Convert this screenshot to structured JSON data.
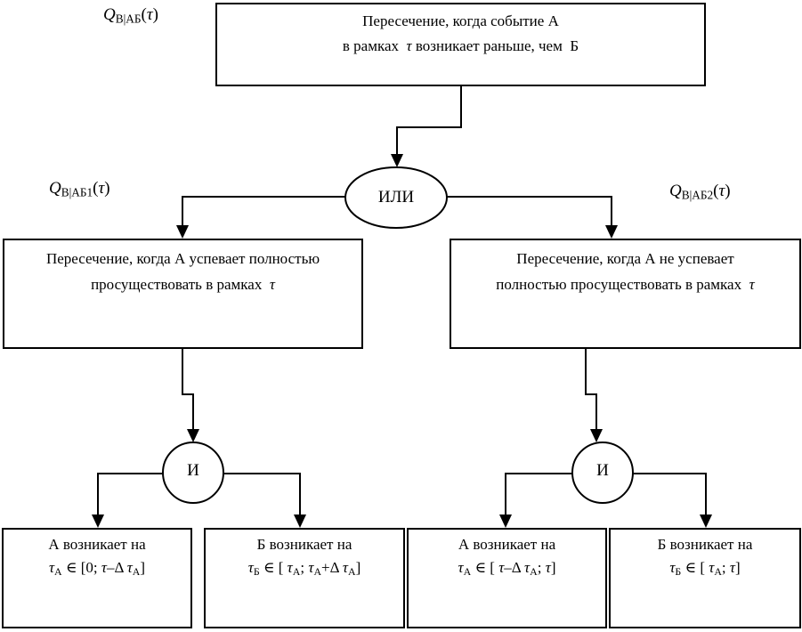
{
  "diagram": {
    "colors": {
      "line": "#000000",
      "background": "#ffffff",
      "text": "#000000"
    },
    "q_labels": {
      "root": [
        {
          "t": "Q",
          "s": "it"
        },
        {
          "t": "В|АБ",
          "s": "sub"
        },
        {
          "t": "(",
          "s": "n"
        },
        {
          "t": "τ",
          "s": "it"
        },
        {
          "t": ")",
          "s": "n"
        }
      ],
      "left": [
        {
          "t": "Q",
          "s": "it"
        },
        {
          "t": "В|АБ1",
          "s": "sub"
        },
        {
          "t": "(",
          "s": "n"
        },
        {
          "t": "τ",
          "s": "it"
        },
        {
          "t": ")",
          "s": "n"
        }
      ],
      "right": [
        {
          "t": "Q",
          "s": "it"
        },
        {
          "t": "В|АБ2",
          "s": "sub"
        },
        {
          "t": "(",
          "s": "n"
        },
        {
          "t": "τ",
          "s": "it"
        },
        {
          "t": ")",
          "s": "n"
        }
      ]
    },
    "root_box": {
      "lines": [
        [
          {
            "t": "Пересечение, когда событие А",
            "s": "n"
          }
        ],
        [
          {
            "t": "в рамках  ",
            "s": "n"
          },
          {
            "t": "τ",
            "s": "it"
          },
          {
            "t": " возникает раньше, чем  Б",
            "s": "n"
          }
        ]
      ]
    },
    "or_node": {
      "label": "ИЛИ"
    },
    "left_box": {
      "lines": [
        [
          {
            "t": "Пересечение, когда А успевает полностью",
            "s": "n"
          }
        ],
        [
          {
            "t": "просуществовать в рамках  ",
            "s": "n"
          },
          {
            "t": "τ",
            "s": "it"
          }
        ]
      ]
    },
    "right_box": {
      "lines": [
        [
          {
            "t": "Пересечение, когда А не успевает",
            "s": "n"
          }
        ],
        [
          {
            "t": "полностью просуществовать в рамках  ",
            "s": "n"
          },
          {
            "t": "τ",
            "s": "it"
          }
        ]
      ]
    },
    "and_left": {
      "label": "И"
    },
    "and_right": {
      "label": "И"
    },
    "leaves": [
      {
        "lines": [
          [
            {
              "t": "А возникает на",
              "s": "n"
            }
          ],
          [
            {
              "t": "τ",
              "s": "it"
            },
            {
              "t": "А",
              "s": "sub"
            },
            {
              "t": " ∈ [0; ",
              "s": "n"
            },
            {
              "t": "τ",
              "s": "it"
            },
            {
              "t": "–Δ ",
              "s": "n"
            },
            {
              "t": "τ",
              "s": "it"
            },
            {
              "t": "А",
              "s": "sub"
            },
            {
              "t": "]",
              "s": "n"
            }
          ]
        ]
      },
      {
        "lines": [
          [
            {
              "t": "Б возникает на",
              "s": "n"
            }
          ],
          [
            {
              "t": "τ",
              "s": "it"
            },
            {
              "t": "Б",
              "s": "sub"
            },
            {
              "t": " ∈ [ ",
              "s": "n"
            },
            {
              "t": "τ",
              "s": "it"
            },
            {
              "t": "А",
              "s": "sub"
            },
            {
              "t": "; ",
              "s": "n"
            },
            {
              "t": "τ",
              "s": "it"
            },
            {
              "t": "А",
              "s": "sub"
            },
            {
              "t": "+Δ ",
              "s": "n"
            },
            {
              "t": "τ",
              "s": "it"
            },
            {
              "t": "А",
              "s": "sub"
            },
            {
              "t": "]",
              "s": "n"
            }
          ]
        ]
      },
      {
        "lines": [
          [
            {
              "t": "А возникает на",
              "s": "n"
            }
          ],
          [
            {
              "t": "τ",
              "s": "it"
            },
            {
              "t": "А",
              "s": "sub"
            },
            {
              "t": " ∈ [ ",
              "s": "n"
            },
            {
              "t": "τ",
              "s": "it"
            },
            {
              "t": "–Δ ",
              "s": "n"
            },
            {
              "t": "τ",
              "s": "it"
            },
            {
              "t": "А",
              "s": "sub"
            },
            {
              "t": "; ",
              "s": "n"
            },
            {
              "t": "τ",
              "s": "it"
            },
            {
              "t": "]",
              "s": "n"
            }
          ]
        ]
      },
      {
        "lines": [
          [
            {
              "t": "Б возникает на",
              "s": "n"
            }
          ],
          [
            {
              "t": "τ",
              "s": "it"
            },
            {
              "t": "Б",
              "s": "sub"
            },
            {
              "t": " ∈ [ ",
              "s": "n"
            },
            {
              "t": "τ",
              "s": "it"
            },
            {
              "t": "А",
              "s": "sub"
            },
            {
              "t": "; ",
              "s": "n"
            },
            {
              "t": "τ",
              "s": "it"
            },
            {
              "t": "]",
              "s": "n"
            }
          ]
        ]
      }
    ]
  }
}
